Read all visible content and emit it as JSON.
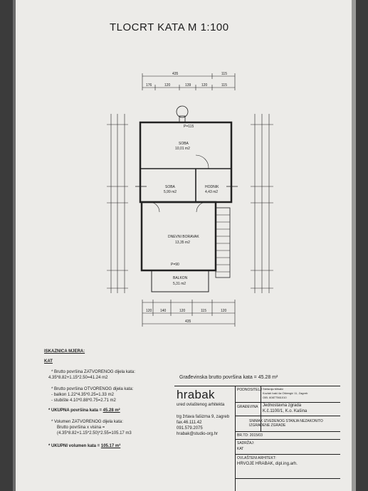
{
  "title": "TLOCRT KATA M 1:100",
  "rooms": [
    {
      "name": "SOBA",
      "area": "10,01 m2"
    },
    {
      "name": "SOBA",
      "area": "5,99 m2"
    },
    {
      "name": "HODNIK",
      "area": "4,43 m2"
    },
    {
      "name": "DNEVNI BORAVAK",
      "area": "13,35 m2"
    },
    {
      "name": "BALKON",
      "area": "5,31 m2"
    }
  ],
  "plan_marks": {
    "p1": "P=115",
    "p2": "P=90"
  },
  "dims_top": [
    "435",
    "115",
    "176",
    "120",
    "139",
    "120",
    "115"
  ],
  "dims_bottom": [
    "120",
    "140",
    "120",
    "115",
    "120",
    "435"
  ],
  "areas": {
    "heading": "ISKAZNICA MJERA:",
    "subheading": "KAT",
    "l1": "* Brutto površina ZATVORENOG dijela kata:",
    "l2": "4.35*8.82+1.15*2.50=41.24 m2",
    "l3": "* Brutto površina OTVORENOG dijela kata:",
    "l4": "- balkon 1.22*4.35*0.25=1.33 m2",
    "l5": "- stubište 4.10*0.88*0.75=2.71 m2",
    "total_area_label": "* UKUPNA površina kata = ",
    "total_area_value": "45.28 m²",
    "l6": "* Volumen ZATVORENOG dijela kata:",
    "l7": "Brutto površina x visina =",
    "l8": "(4.35*8.82+1.15*2.50)*2.55=105.17 m3",
    "total_volume_label": "* UKUPNI volumen kata = ",
    "total_volume_value": "105.17 m³"
  },
  "title_block": {
    "gross_area": "Građevinska brutto površina kata = 45.28  m²",
    "logo": "hrabak",
    "logo_sub": "ured ovlaštenog arhitekta",
    "address": "trg žrtava fašizma 9, zagreb",
    "fax": "fax.46.111.42",
    "phone": "091.579.2075",
    "email": "hrabak@studio-org.hr",
    "investor_label": "PODNOSITELJ",
    "investor_value": "Stefanija Mihalić\nKozlah baki 4a Oštengić 11, Zagreb\nOIB. 60877561010",
    "building_type": "Jednostavna zgrada",
    "building_loc": "K.č.1100/1, K.o. Kašina",
    "site_label": "GRAĐEVINA",
    "drawing_type": "SNIMAK IZVEDENOG STANJA NEZAKONITO\nIZGRAĐENE ZGRADE",
    "project_no": "BR.TD: 2015/03",
    "content_label": "SADRŽAJ:",
    "content_value": "KAT",
    "architect_label": "OVLAŠTENI ARHITEKT:",
    "architect_value": "HRVOJE HRABAK, dipl.ing.arh."
  }
}
